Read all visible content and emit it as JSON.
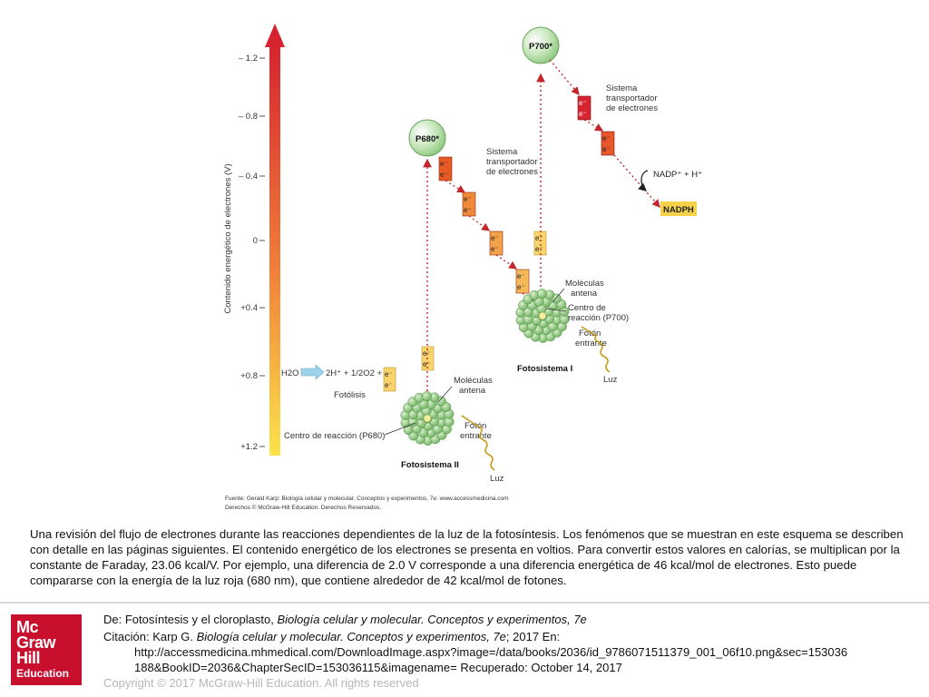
{
  "diagram": {
    "axis": {
      "label": "Contenido energético de electrones (V)",
      "ticks": [
        "– 1.2",
        "– 0.8",
        "– 0.4",
        "0",
        "+0.4",
        "+0.8",
        "+1.2"
      ]
    },
    "ps2": {
      "title": "Fotosistema II",
      "center": "P680*",
      "antenna": "Moléculas antena",
      "antenna_l1": "Moléculas",
      "antenna_l2": "antena",
      "reaction_center": "Centro de reacción (P680)",
      "photon_l1": "Fotón",
      "photon_l2": "entrante",
      "light": "Luz",
      "photolysis": "Fotólisis",
      "water": "H2O",
      "products": "2H⁺ + 1/2O2 +",
      "transport_l1": "Sistema",
      "transport_l2": "transportador",
      "transport_l3": "de electrones"
    },
    "ps1": {
      "title": "Fotosistema I",
      "center": "P700*",
      "antenna_l1": "Moléculas",
      "antenna_l2": "antena",
      "center_l1": "Centro de",
      "center_l2": "reacción (P700)",
      "photon_l1": "Fotón",
      "photon_l2": "entrante",
      "light": "Luz",
      "transport_l1": "Sistema",
      "transport_l2": "transportador",
      "transport_l3": "de electrones",
      "nadp": "NADP⁺ + H⁺",
      "nadph": "NADPH"
    },
    "electron": "e⁻",
    "source_line1": "Fuente: Gerald Karp: Biología celular y molecular. Conceptos y experimentos, 7e: www.accessmedicina.com",
    "source_line2": "Derechos © McGraw-Hill Education. Derechos Reservados.",
    "colors": {
      "arrow_top": "#d7232f",
      "arrow_bottom": "#fbe34a",
      "dotted_arrow": "#c3272d",
      "sphere": "#8dc77e",
      "nadph_box": "#f6d24b"
    }
  },
  "caption": "Una revisión del flujo de electrones durante las reacciones dependientes de la luz de la fotosíntesis. Los fenómenos que se muestran en este esquema se describen con detalle en las páginas siguientes. El contenido energético de los electrones se presenta en voltios. Para convertir estos valores en calorías, se multiplican por la constante de Faraday, 23.06 kcal/V. Por ejemplo, una diferencia de 2.0 V corresponde a una diferencia energética de 46 kcal/mol de electrones. Esto puede compararse con la energía de la luz roja (680 nm), que contiene alrededor de 42 kcal/mol de fotones.",
  "logo": {
    "line1": "Mc",
    "line2": "Graw",
    "line3": "Hill",
    "line4": "Education"
  },
  "citation": {
    "from_prefix": "De: Fotosíntesis y el cloroplasto, ",
    "from_book": "Biología celular y molecular. Conceptos y experimentos, 7e",
    "cite_prefix": "Citación: Karp G. ",
    "cite_book": "Biología celular y molecular. Conceptos y experimentos, 7e",
    "cite_suffix": "; 2017 En:",
    "url_line1": "http://accessmedicina.mhmedical.com/DownloadImage.aspx?image=/data/books/2036/id_9786071511379_001_06f10.png&sec=153036",
    "url_line2": "188&BookID=2036&ChapterSecID=153036115&imagename= Recuperado: October 14, 2017"
  },
  "copyright": "Copyright © 2017 McGraw-Hill Education. All rights reserved"
}
